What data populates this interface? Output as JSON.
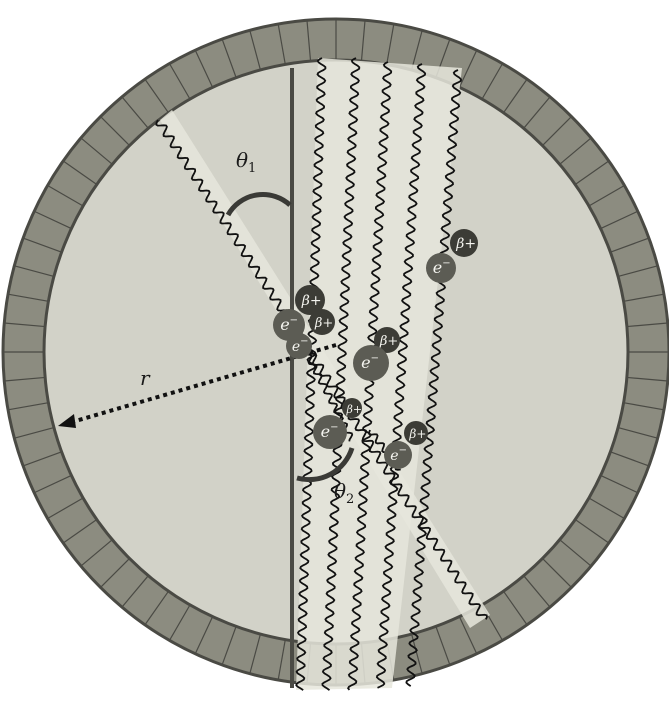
{
  "labels": {
    "theta1": "θ",
    "theta1_sub": "1",
    "theta2": "θ",
    "theta2_sub": "2",
    "radius": "r",
    "beta": "β+",
    "electron": "e",
    "electron_sup": "−"
  },
  "colors": {
    "ring_fill": "#8c8c80",
    "ring_stroke": "#4a4a44",
    "interior": "#d2d2c8",
    "beam_fill": "#e6e6dc",
    "wave": "#111111",
    "particle_electron": "#5c5c54",
    "particle_positron": "#3c3c36",
    "axis_line": "#4a4a44"
  },
  "detector": {
    "segments": 72
  }
}
